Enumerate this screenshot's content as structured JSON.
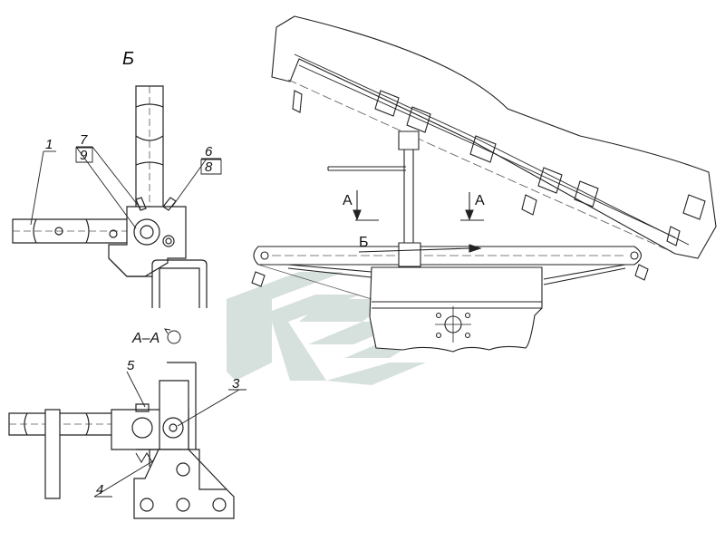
{
  "view_b": {
    "title": "Б"
  },
  "section_aa": {
    "title": "А–А"
  },
  "callouts": {
    "c1": "1",
    "c3": "3",
    "c4": "4",
    "c5": "5",
    "c6": "6",
    "c7": "7",
    "c8": "8",
    "c9": "9"
  },
  "main_view": {
    "arrow_a_left": "А",
    "arrow_a_right": "А",
    "arrow_b": "Б"
  },
  "colors": {
    "line": "#222222",
    "thin": "#555555",
    "watermark": "#9fb4ad"
  }
}
